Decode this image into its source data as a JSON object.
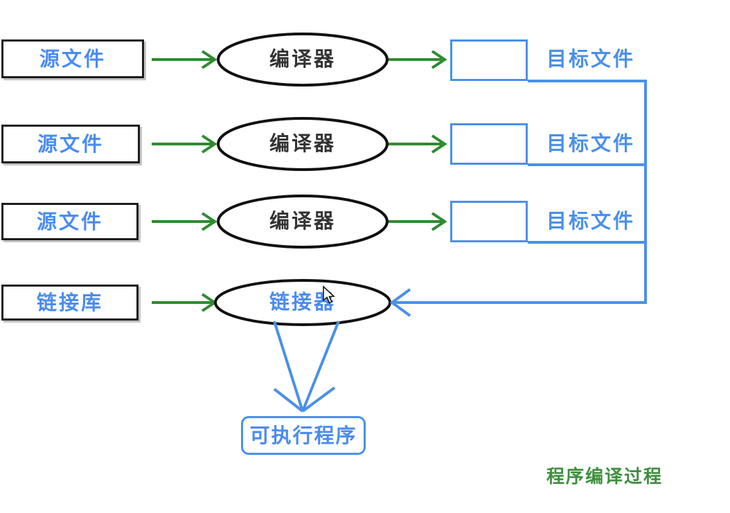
{
  "diagram": {
    "title": "程序编译过程",
    "colors": {
      "source_border": "#1c1c1c",
      "blue_accent": "#4a90e8",
      "blue_text": "#4a8cf0",
      "green_arrow": "#2e8b2e",
      "ellipse_text": "#333333",
      "caption_green": "#3f8f3f"
    },
    "rows": [
      {
        "source_label": "源文件",
        "processor_label": "编译器",
        "output_label": "目标文件"
      },
      {
        "source_label": "源文件",
        "processor_label": "编译器",
        "output_label": "目标文件"
      },
      {
        "source_label": "源文件",
        "processor_label": "编译器",
        "output_label": "目标文件"
      }
    ],
    "linker_row": {
      "source_label": "链接库",
      "processor_label": "链接器"
    },
    "output": {
      "label": "可执行程序"
    }
  }
}
